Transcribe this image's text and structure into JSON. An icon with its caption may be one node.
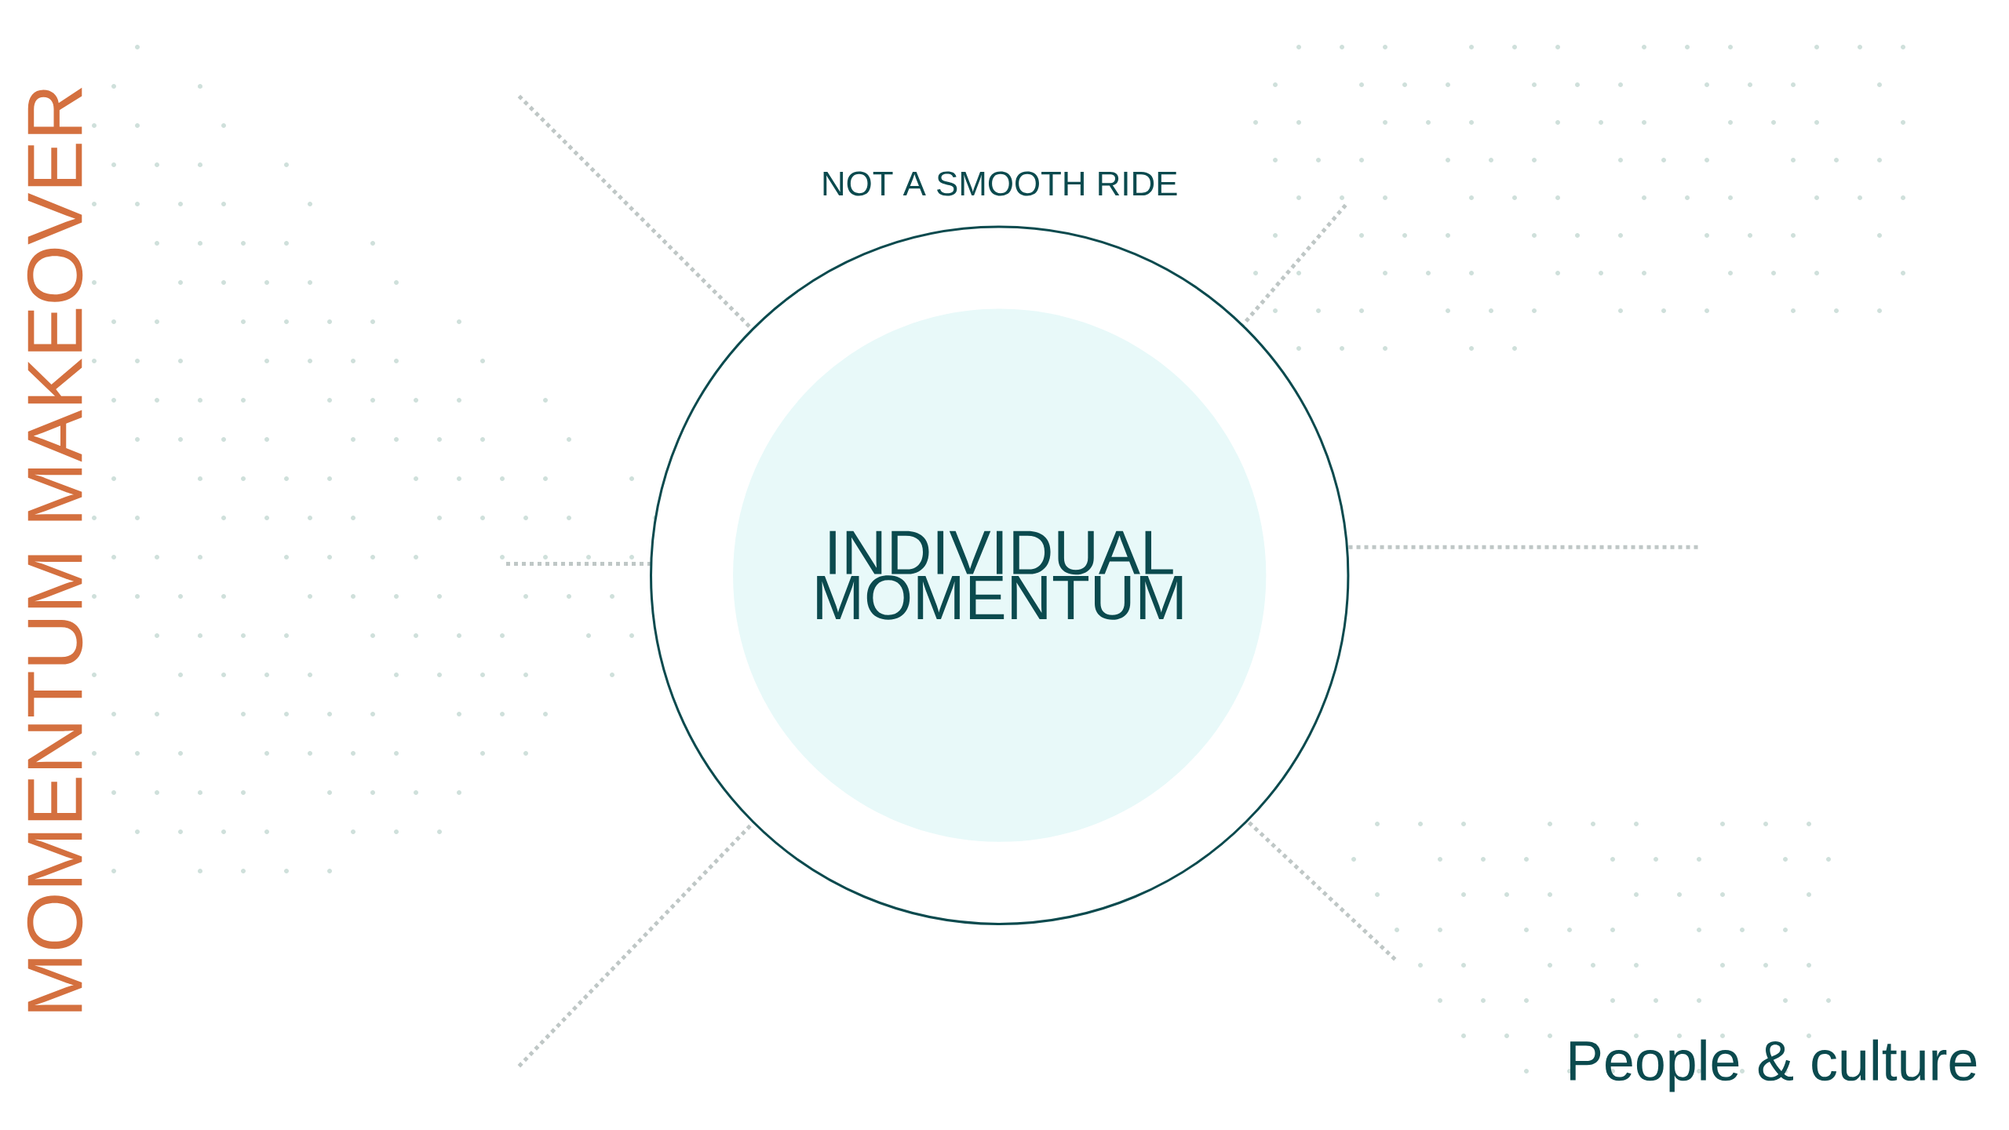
{
  "diagram": {
    "title": "MOMENTUM MAKEOVER",
    "nodes": [
      {
        "text": [
          "NOT A SMOOTH RIDE"
        ]
      },
      {
        "text": [
          "INDIVIDUAL MOMENTUM"
        ],
        "in": 0
      }
    ],
    "labels": [
      "People & culture"
    ]
  }
}
